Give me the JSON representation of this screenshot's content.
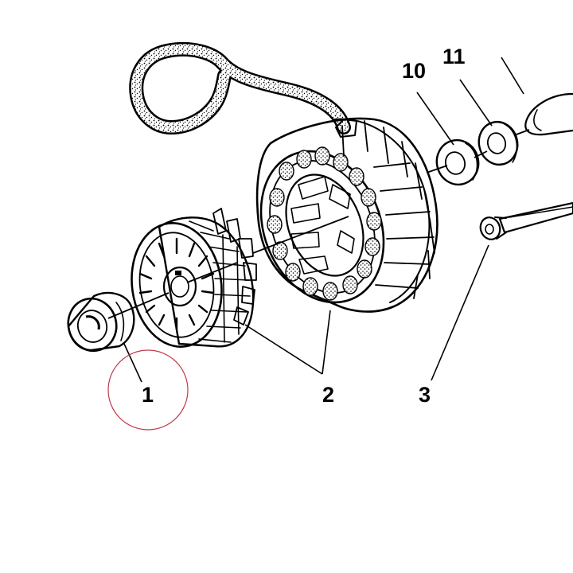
{
  "diagram": {
    "callouts": [
      {
        "id": "part-1",
        "label": "1"
      },
      {
        "id": "part-2",
        "label": "2"
      },
      {
        "id": "part-3",
        "label": "3"
      },
      {
        "id": "part-10",
        "label": "10"
      },
      {
        "id": "part-11",
        "label": "11"
      }
    ],
    "highlight": {
      "target": "1",
      "color": "#c0394b"
    },
    "colors": {
      "ink": "#000000",
      "background": "#ffffff"
    },
    "parts": [
      "spacer-bushing",
      "rotor",
      "stator",
      "bolt",
      "washer",
      "washer"
    ]
  }
}
